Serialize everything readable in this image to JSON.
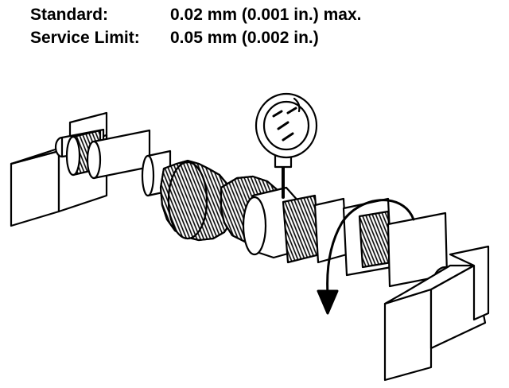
{
  "specs": [
    {
      "label": "Standard:",
      "value": "0.02 mm (0.001 in.) max."
    },
    {
      "label": "Service Limit:",
      "value": "0.05 mm (0.002 in.)"
    }
  ],
  "illustration": {
    "subject": "shaft mounted between two V-blocks with a dial indicator measuring runout, arrow indicating rotation",
    "colors": {
      "ink": "#000000",
      "paper": "#ffffff"
    }
  }
}
